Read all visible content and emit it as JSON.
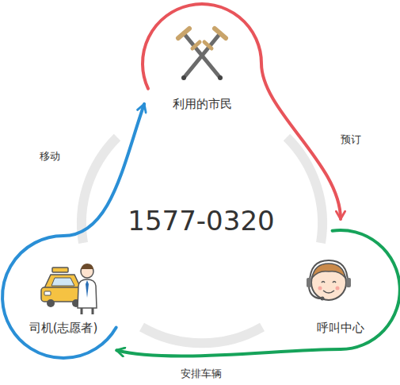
{
  "diagram": {
    "nodes": [
      {
        "text": [
          "利用的市民"
        ]
      },
      {
        "text": [
          "呼叫中心"
        ]
      },
      {
        "text": [
          "司机(志愿者)"
        ]
      }
    ],
    "edges": [
      {
        "from": 0,
        "to": 1,
        "label": "预订",
        "arrow": "to"
      },
      {
        "from": 1,
        "to": 2,
        "label": "安排车辆",
        "arrow": "to"
      },
      {
        "from": 2,
        "to": 0,
        "label": "移动",
        "arrow": "to"
      }
    ],
    "labels": [
      "1577-0320"
    ]
  }
}
